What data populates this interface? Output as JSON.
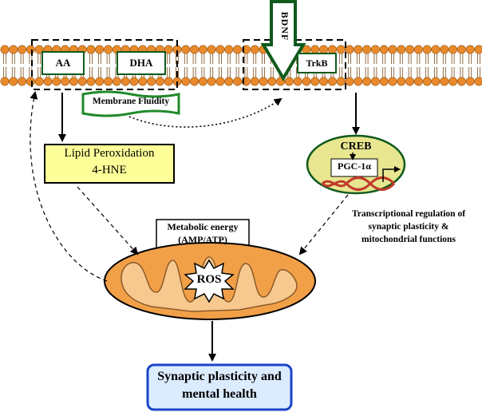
{
  "membrane": {
    "aa": "AA",
    "dha": "DHA",
    "trkb": "TrkB",
    "bdnf": "BDNF",
    "fluidity": "Membrane Fluidity"
  },
  "lipid": {
    "line1": "Lipid Peroxidation",
    "line2": "4-HNE"
  },
  "creb": {
    "label": "CREB",
    "pgc": "PGC-1α"
  },
  "transcription": {
    "line1": "Transcriptional regulation of",
    "line2": "synaptic plasticity &",
    "line3": "mitochondrial functions"
  },
  "metabolic": {
    "line1": "Metabolic energy",
    "line2": "(AMP/ATP)"
  },
  "ros": "ROS",
  "outcome": {
    "line1": "Synaptic plasticity and",
    "line2": "mental health"
  },
  "colors": {
    "membrane_orange": "#e8892b",
    "green_border": "#0f5a1c",
    "lipid_fill": "#ffff99",
    "creb_fill": "#e8e690",
    "mito_fill": "#f2a048",
    "outcome_border": "#1a44c8",
    "outcome_fill": "#dcecff"
  }
}
